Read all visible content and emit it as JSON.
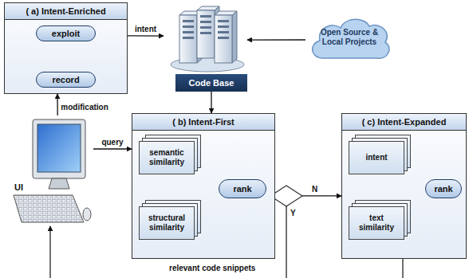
{
  "diagram": {
    "nodes": [
      {
        "text": [
          "( a) Intent-Enriched"
        ]
      },
      {
        "text": [
          "exploit"
        ],
        "in": 0
      },
      {
        "text": [
          "record"
        ],
        "in": 0
      },
      {
        "text": [
          "Code Base"
        ]
      },
      {
        "text": [
          "Open Source & Local Projects"
        ]
      },
      {
        "text": [
          "UI"
        ]
      },
      {
        "text": [
          "( b) Intent-First"
        ]
      },
      {
        "text": [
          "semantic similarity"
        ],
        "in": 6
      },
      {
        "text": [
          "structural similarity"
        ],
        "in": 6
      },
      {
        "text": [
          "rank"
        ],
        "in": 6
      },
      {
        "text": [
          "( c) Intent-Expanded"
        ]
      },
      {
        "text": [
          "intent"
        ],
        "in": 10
      },
      {
        "text": [
          "text similarity"
        ],
        "in": 10
      },
      {
        "text": [
          "rank"
        ],
        "in": 10
      }
    ],
    "edges": [
      {
        "from": 0,
        "to": 3,
        "label": "intent",
        "arrow": "to"
      },
      {
        "from": 4,
        "to": 3,
        "arrow": "to"
      },
      {
        "from": 3,
        "to": 6,
        "arrow": "to"
      },
      {
        "from": 5,
        "to": 0,
        "label": "modification",
        "arrow": "to"
      },
      {
        "from": 5,
        "to": 6,
        "label": "query",
        "arrow": "to"
      },
      {
        "from": 2,
        "to": 1,
        "arrow": "to"
      },
      {
        "from": 6,
        "to": 10,
        "label": "N",
        "arrow": "to"
      }
    ],
    "labels": [
      "Y",
      "relevant code snippets"
    ]
  }
}
